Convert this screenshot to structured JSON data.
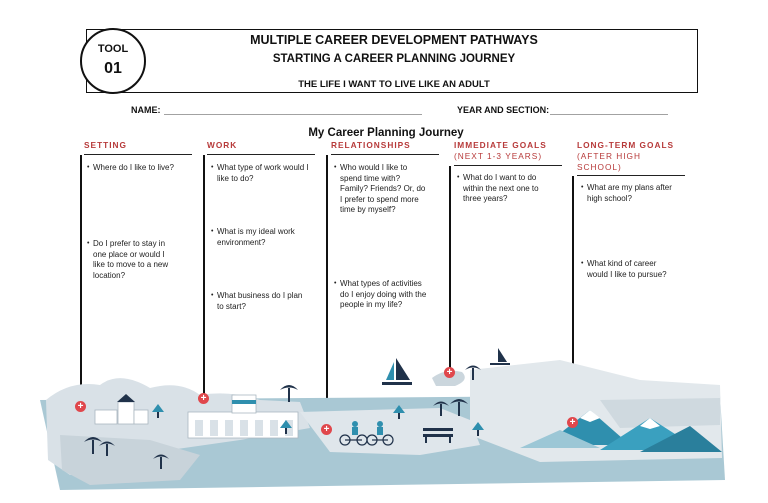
{
  "header": {
    "tool_label": "TOOL",
    "tool_number": "01",
    "title": "MULTIPLE CAREER DEVELOPMENT PATHWAYS",
    "subtitle": "STARTING A CAREER PLANNING JOURNEY",
    "tagline": "THE LIFE I WANT TO LIVE LIKE AN ADULT"
  },
  "fields": {
    "name_label": "NAME:",
    "name_blank": "_______________________________________________________________",
    "year_label": "YEAR AND SECTION:",
    "year_blank": "______________________________"
  },
  "journey_title": "My Career Planning Journey",
  "columns": [
    {
      "heading": "SETTING",
      "subheading": "",
      "questions": [
        "Where do I like to live?",
        "Do I prefer to stay in one place or would I like to move to a new location?"
      ]
    },
    {
      "heading": "WORK",
      "subheading": "",
      "questions": [
        "What type of work would I like to do?",
        "What is my ideal work environment?",
        "What business do I plan to start?"
      ]
    },
    {
      "heading": "RELATIONSHIPS",
      "subheading": "",
      "questions": [
        "Who would I like to spend time with? Family? Friends? Or, do I prefer to spend more time by myself?",
        "What types of activities do I enjoy doing with the people in my life?"
      ]
    },
    {
      "heading": "IMMEDIATE GOALS",
      "subheading": "(NEXT 1-3 YEARS)",
      "questions": [
        "What do I want to do within the next one to three years?"
      ]
    },
    {
      "heading": "LONG-TERM GOALS",
      "subheading": "(AFTER HIGH SCHOOL)",
      "questions": [
        "What are my plans after high school?",
        "What kind of career would I like to pursue?"
      ]
    }
  ],
  "colors": {
    "accent_red": "#b73a3a",
    "marker_red": "#e0474c",
    "land": "#d8e0e6",
    "water": "#a9c8d4",
    "teal": "#2f8fae",
    "navy": "#20324a"
  }
}
